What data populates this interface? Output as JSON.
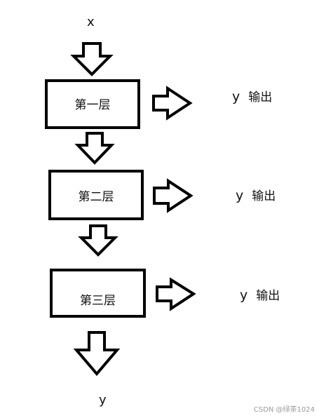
{
  "diagram": {
    "input_label": "x",
    "output_label": "y",
    "layers": [
      {
        "name": "第一层",
        "output_var": "y",
        "output_text": "输出"
      },
      {
        "name": "第二层",
        "output_var": "y",
        "output_text": "输出"
      },
      {
        "name": "第三层",
        "output_var": "y",
        "output_text": "输出"
      }
    ]
  },
  "watermark": "CSDN @绿茶1024"
}
